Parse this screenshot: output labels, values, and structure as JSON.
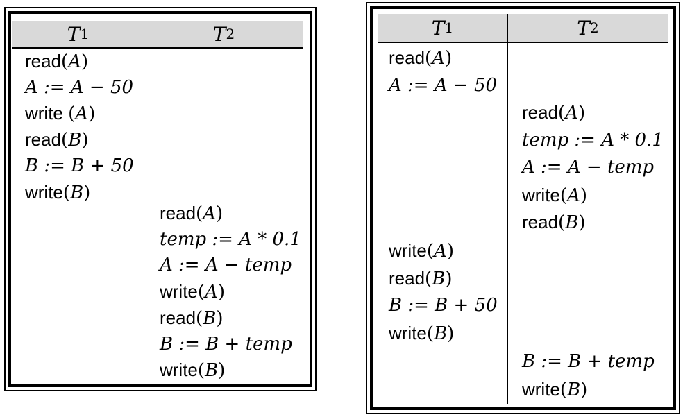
{
  "schedules": [
    {
      "headers": {
        "t1": "T",
        "t1_sub": "1",
        "t2": "T",
        "t2_sub": "2"
      },
      "t1_ops": [
        {
          "kw": "read",
          "arg": "A"
        },
        {
          "expr": "A := A − 50"
        },
        {
          "kw": "write ",
          "arg": "A"
        },
        {
          "kw": "read",
          "arg": "B"
        },
        {
          "expr": "B := B + 50"
        },
        {
          "kw": "write",
          "arg": "B"
        }
      ],
      "t2_ops": [
        {
          "kw": "read",
          "arg": "A"
        },
        {
          "expr": "temp := A * 0.1"
        },
        {
          "expr": "A := A −  temp"
        },
        {
          "kw": "write",
          "arg": "A"
        },
        {
          "kw": "read",
          "arg": "B"
        },
        {
          "expr": "B := B + temp"
        },
        {
          "kw": "write",
          "arg": "B"
        }
      ]
    },
    {
      "headers": {
        "t1": "T",
        "t1_sub": "1",
        "t2": "T",
        "t2_sub": "2"
      },
      "t1_ops_a": [
        {
          "kw": "read",
          "arg": "A"
        },
        {
          "expr": "A := A − 50"
        }
      ],
      "t2_ops_a": [
        {
          "kw": "read",
          "arg": "A"
        },
        {
          "expr": "temp := A * 0.1"
        },
        {
          "expr": "A := A − temp"
        },
        {
          "kw": "write",
          "arg": "A"
        },
        {
          "kw": "read",
          "arg": "B"
        }
      ],
      "t1_ops_b": [
        {
          "kw": "write",
          "arg": "A"
        },
        {
          "kw": "read",
          "arg": "B"
        },
        {
          "expr": "B := B + 50"
        },
        {
          "kw": "write",
          "arg": "B"
        }
      ],
      "t2_ops_b": [
        {
          "expr": "B := B + temp"
        },
        {
          "kw": "write",
          "arg": "B"
        }
      ]
    }
  ]
}
